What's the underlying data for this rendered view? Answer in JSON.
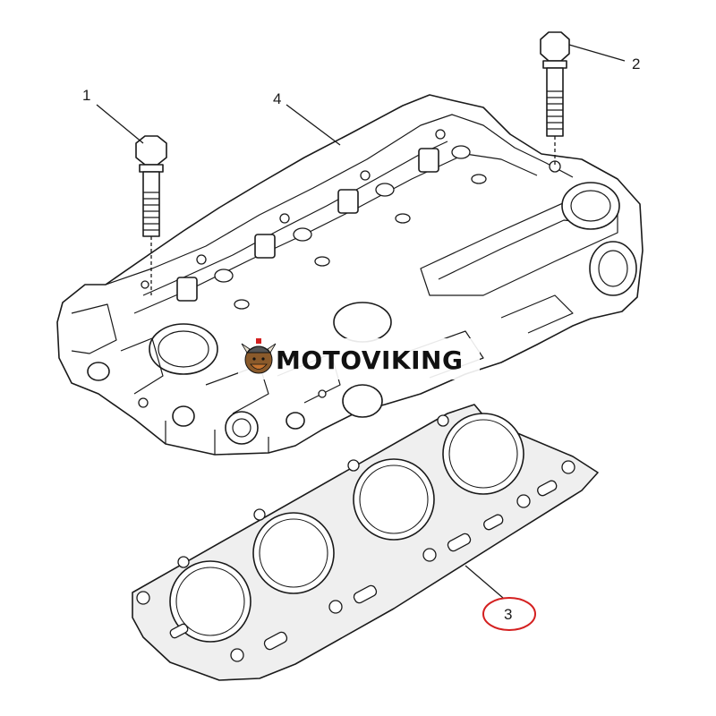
{
  "callouts": [
    {
      "id": "1",
      "text": "1"
    },
    {
      "id": "2",
      "text": "2"
    },
    {
      "id": "3",
      "text": "3"
    },
    {
      "id": "4",
      "text": "4"
    }
  ],
  "highlight": {
    "callout": "3",
    "color": "#d42020"
  },
  "watermark": {
    "text": "MOTOVIKING",
    "icon": "viking-mascot-icon"
  },
  "colors": {
    "line": "#1a1a1a",
    "gasket_fill": "#efefef",
    "highlight": "#d42020"
  }
}
